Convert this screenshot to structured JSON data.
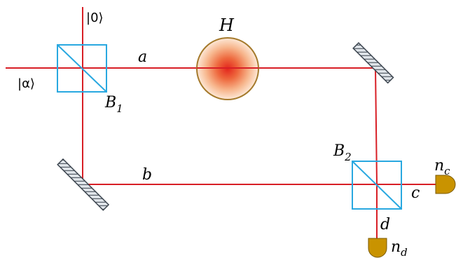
{
  "labels": {
    "input_zero": "|0⟩",
    "input_alpha": "|α⟩",
    "path_a": "a",
    "path_b": "b",
    "path_c": "c",
    "path_d": "d",
    "element_h": "H",
    "splitter_1_base": "B",
    "splitter_1_sub": "1",
    "splitter_2_base": "B",
    "splitter_2_sub": "2",
    "detector_c_base": "n",
    "detector_c_sub": "c",
    "detector_d_base": "n",
    "detector_d_sub": "d"
  },
  "colors": {
    "beam": "#d81f26",
    "splitter": "#29a8e0",
    "mirror_fill": "#8a96a3",
    "mirror_edge": "#3d4650",
    "detector": "#c99300",
    "h_ring": "#a57a2c",
    "h_core": "#e3261c"
  }
}
